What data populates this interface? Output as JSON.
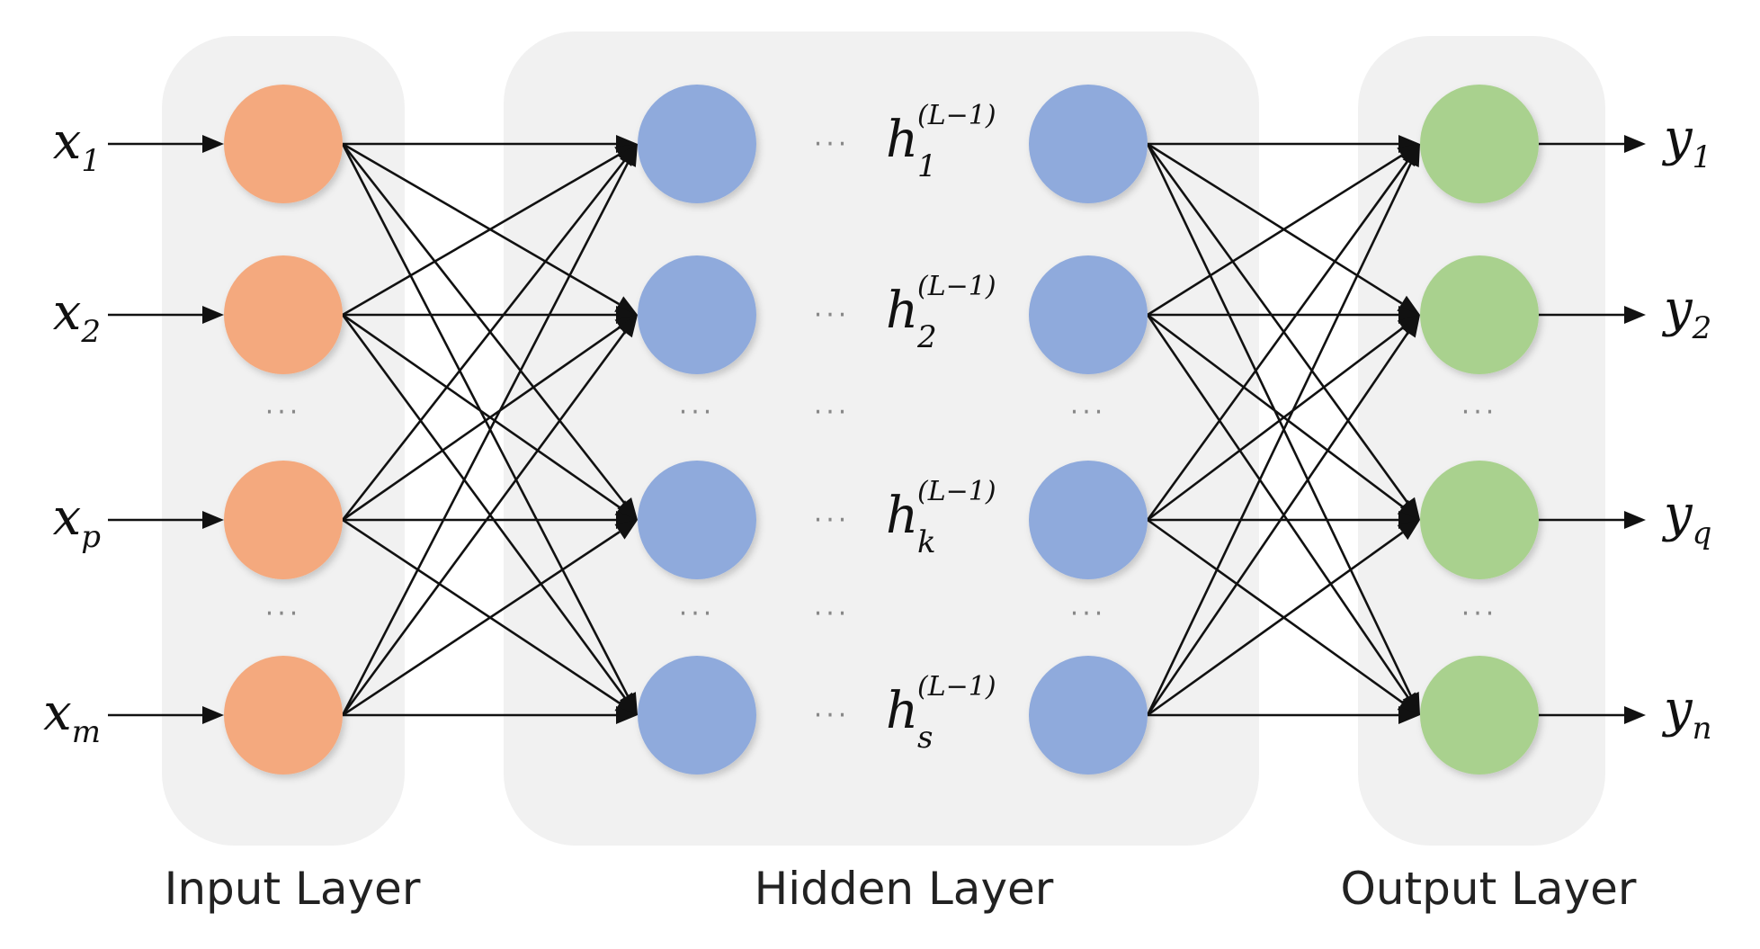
{
  "layers": {
    "input_label": "Input Layer",
    "hidden_label": "Hidden Layer",
    "output_label": "Output Layer"
  },
  "inputs": [
    {
      "base": "x",
      "sub": "1"
    },
    {
      "base": "x",
      "sub": "2"
    },
    {
      "base": "x",
      "sub": "p"
    },
    {
      "base": "x",
      "sub": "m"
    }
  ],
  "hidden": [
    {
      "base": "h",
      "sub": "1",
      "sup": "(L−1)"
    },
    {
      "base": "h",
      "sub": "2",
      "sup": "(L−1)"
    },
    {
      "base": "h",
      "sub": "k",
      "sup": "(L−1)"
    },
    {
      "base": "h",
      "sub": "s",
      "sup": "(L−1)"
    }
  ],
  "outputs": [
    {
      "base": "y",
      "sub": "1"
    },
    {
      "base": "y",
      "sub": "2"
    },
    {
      "base": "y",
      "sub": "q"
    },
    {
      "base": "y",
      "sub": "n"
    }
  ],
  "ellipsis": "···",
  "colors": {
    "input_node": "#f4a97e",
    "hidden_node": "#8faadc",
    "output_node": "#a9d18e",
    "panel": "#f1f1f1"
  }
}
